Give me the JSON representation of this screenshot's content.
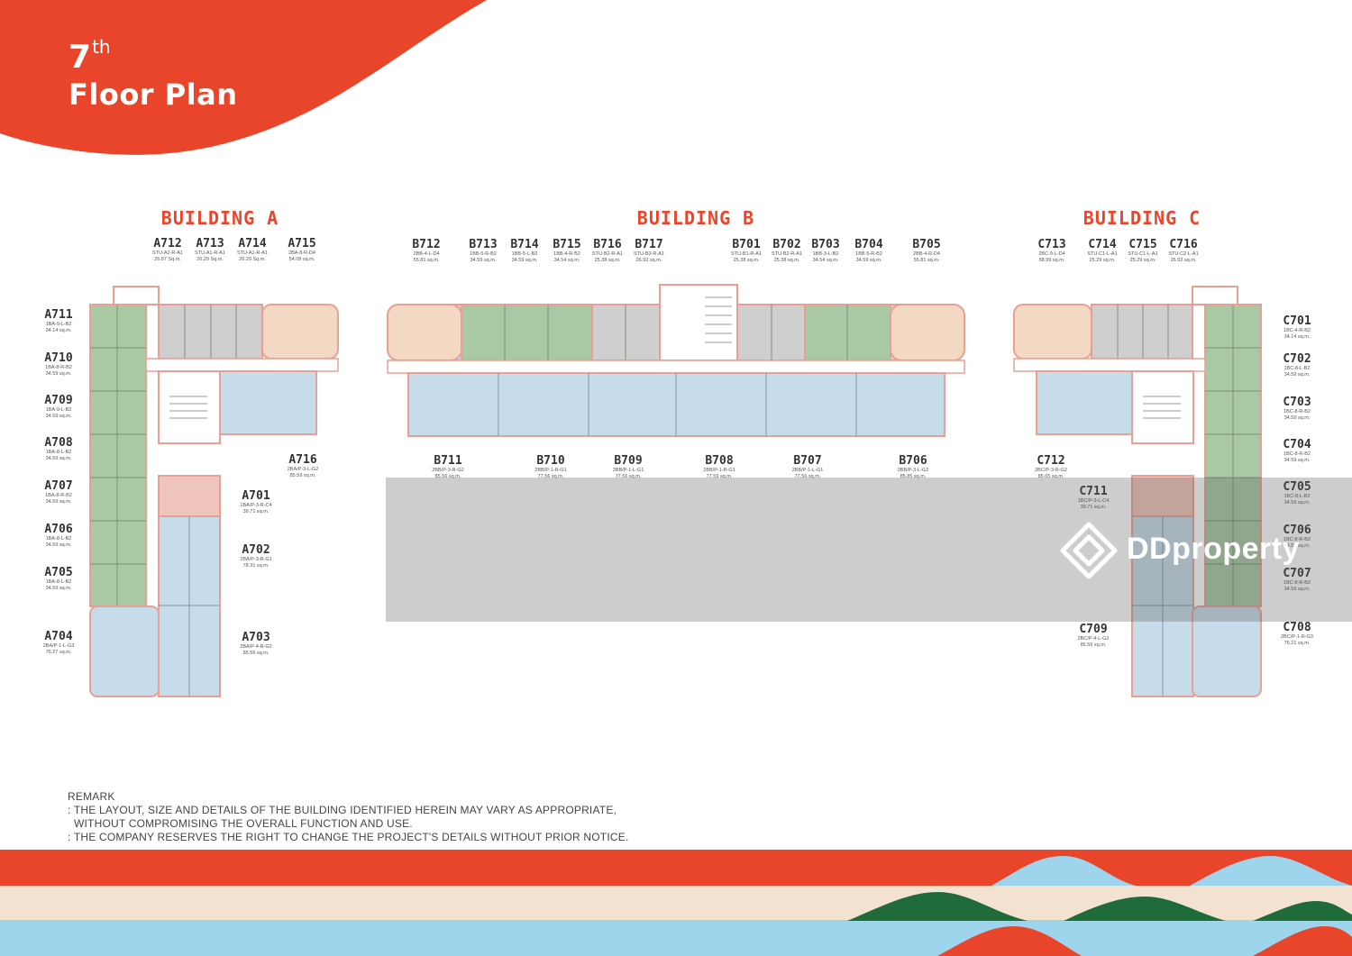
{
  "header": {
    "ordinal": "7",
    "ordinal_suffix": "th",
    "title": "Floor Plan"
  },
  "colors": {
    "brand_red": "#e8452a",
    "corridor_border": "#e8a094",
    "unit_green": "#a9c9a4",
    "unit_gray": "#cfcfcf",
    "unit_peach": "#f3d8c4",
    "unit_blue": "#c7dcea",
    "unit_pink": "#f0c5bb",
    "band_cream": "#f3e2cf",
    "band_blue": "#9ed5ec",
    "band_green": "#1f6b3a"
  },
  "buildings": {
    "a": {
      "label": "BUILDING A",
      "units": [
        {
          "id": "A712",
          "code": "STU-A2-R-A1",
          "area": "26.87 Sq.m."
        },
        {
          "id": "A713",
          "code": "STU-A1-R-A1",
          "area": "26.29 Sq.m."
        },
        {
          "id": "A714",
          "code": "STU-A1-R-A1",
          "area": "26.29 Sq.m."
        },
        {
          "id": "A715",
          "code": "2BA-8-R-D4",
          "area": "54.08 sq.m."
        },
        {
          "id": "A711",
          "code": "1BA-9-L-B2",
          "area": "34.14 sq.m."
        },
        {
          "id": "A710",
          "code": "1BA-8-R-B2",
          "area": "34.59 sq.m."
        },
        {
          "id": "A709",
          "code": "1BA-9-L-B2",
          "area": "34.59 sq.m."
        },
        {
          "id": "A708",
          "code": "1BA-8-L-B2",
          "area": "34.59 sq.m."
        },
        {
          "id": "A707",
          "code": "1BA-8-R-B2",
          "area": "34.59 sq.m."
        },
        {
          "id": "A706",
          "code": "1BA-8-L-B2",
          "area": "34.59 sq.m."
        },
        {
          "id": "A705",
          "code": "1BA-8-L-B2",
          "area": "34.59 sq.m."
        },
        {
          "id": "A704",
          "code": "2BA/P-1-L-G3",
          "area": "76.27 sq.m."
        },
        {
          "id": "A716",
          "code": "2BA/P-3-L-G2",
          "area": "85.59 sq.m."
        },
        {
          "id": "A701",
          "code": "1BA/P-3-R-C4",
          "area": "39.71 sq.m."
        },
        {
          "id": "A702",
          "code": "2BA/P-3-R-G1",
          "area": "78.31 sq.m."
        },
        {
          "id": "A703",
          "code": "2BA/P-4-R-G2",
          "area": "85.56 sq.m."
        }
      ]
    },
    "b": {
      "label": "BUILDING B",
      "units": [
        {
          "id": "B712",
          "code": "2BB-4-L-D4",
          "area": "55.81 sq.m."
        },
        {
          "id": "B713",
          "code": "1BB-5-R-B2",
          "area": "34.59 sq.m."
        },
        {
          "id": "B714",
          "code": "1BB-5-L-B2",
          "area": "34.59 sq.m."
        },
        {
          "id": "B715",
          "code": "1BB-4-R-B2",
          "area": "34.54 sq.m."
        },
        {
          "id": "B716",
          "code": "STU-B2-R-A1",
          "area": "25.38 sq.m."
        },
        {
          "id": "B717",
          "code": "STU-B3-R-A1",
          "area": "26.92 sq.m."
        },
        {
          "id": "B701",
          "code": "STU-B1-R-A1",
          "area": "25.38 sq.m."
        },
        {
          "id": "B702",
          "code": "STU-B2-R-A1",
          "area": "25.38 sq.m."
        },
        {
          "id": "B703",
          "code": "1BB-3-L-B2",
          "area": "34.54 sq.m."
        },
        {
          "id": "B704",
          "code": "1BB-5-R-B2",
          "area": "34.59 sq.m."
        },
        {
          "id": "B705",
          "code": "2BB-4-R-D4",
          "area": "55.81 sq.m."
        },
        {
          "id": "B711",
          "code": "2BB/P-3-R-G2",
          "area": "85.56 sq.m."
        },
        {
          "id": "B710",
          "code": "2BB/P-1-R-G1",
          "area": "77.56 sq.m."
        },
        {
          "id": "B709",
          "code": "2BB/P-1-L-G1",
          "area": "77.56 sq.m."
        },
        {
          "id": "B708",
          "code": "2BB/P-1-R-G1",
          "area": "77.59 sq.m."
        },
        {
          "id": "B707",
          "code": "2BB/P-1-L-G1",
          "area": "77.56 sq.m."
        },
        {
          "id": "B706",
          "code": "2BB/P-3-L-G2",
          "area": "85.85 sq.m."
        }
      ]
    },
    "c": {
      "label": "BUILDING C",
      "units": [
        {
          "id": "C713",
          "code": "2BC-9-L-D4",
          "area": "58.99 sq.m."
        },
        {
          "id": "C714",
          "code": "STU-C1-L-A1",
          "area": "25.29 sq.m."
        },
        {
          "id": "C715",
          "code": "STU-C1-L-A1",
          "area": "25.29 sq.m."
        },
        {
          "id": "C716",
          "code": "STU-C2-L-A1",
          "area": "26.92 sq.m."
        },
        {
          "id": "C701",
          "code": "1BC-4-R-B2",
          "area": "34.14 sq.m."
        },
        {
          "id": "C702",
          "code": "1BC-8-L-B2",
          "area": "34.59 sq.m."
        },
        {
          "id": "C703",
          "code": "1BC-8-R-B2",
          "area": "34.59 sq.m."
        },
        {
          "id": "C704",
          "code": "1BC-8-R-B2",
          "area": "34.59 sq.m."
        },
        {
          "id": "C712",
          "code": "2BC/P-3-R-G2",
          "area": "85.05 sq.m."
        },
        {
          "id": "C711",
          "code": "1BC/P-3-L-C4",
          "area": "39.71 sq.m."
        },
        {
          "id": "C705",
          "code": "1BC-8-L-B2",
          "area": "34.59 sq.m."
        },
        {
          "id": "C706",
          "code": "1BC-8-R-B2",
          "area": "34.59 sq.m."
        },
        {
          "id": "C707",
          "code": "1BC-8-R-B2",
          "area": "34.59 sq.m."
        },
        {
          "id": "C709",
          "code": "2BC/P-4-L-G2",
          "area": "85.56 sq.m."
        },
        {
          "id": "C708",
          "code": "2BC/P-1-R-G3",
          "area": "76.21 sq.m."
        }
      ]
    }
  },
  "remark": {
    "heading": "REMARK",
    "line1": ": THE LAYOUT, SIZE AND DETAILS OF THE BUILDING IDENTIFIED HEREIN MAY VARY AS APPROPRIATE,",
    "line2": "WITHOUT COMPROMISING THE OVERALL FUNCTION AND USE.",
    "line3": ": THE COMPANY RESERVES THE RIGHT TO CHANGE THE PROJECT'S DETAILS WITHOUT PRIOR NOTICE."
  },
  "watermark": {
    "text": "DDproperty",
    "logo_icon": "ddproperty-logo-icon"
  }
}
